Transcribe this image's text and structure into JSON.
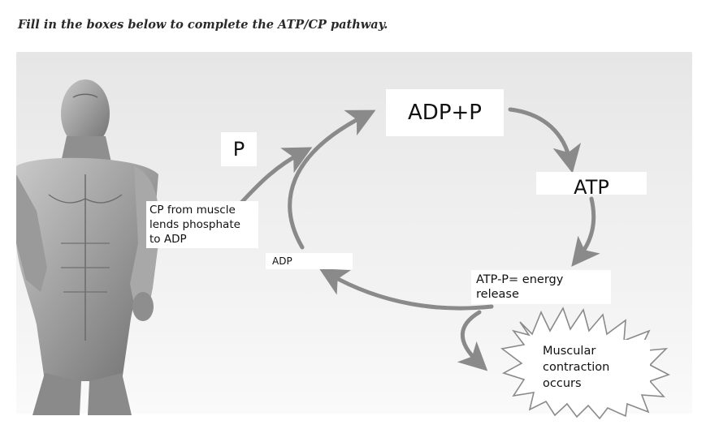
{
  "instruction": "Fill in the boxes below to complete the ATP/CP pathway.",
  "boxes": {
    "adp_plus_p": "ADP+P",
    "p": "P",
    "atp": "ATP",
    "cp_from_muscle": [
      "CP from muscle",
      "lends phosphate",
      "to ADP"
    ],
    "adp": "ADP",
    "energy_release": [
      "ATP-P= energy",
      "release"
    ],
    "muscular_contraction": [
      "Muscular",
      "contraction",
      "occurs"
    ]
  },
  "colors": {
    "arrow": "#8a8a8a",
    "panel": "#ececec",
    "box": "#ffffff",
    "figure": "#9a9a9a"
  },
  "icons": {
    "figure": "anatomical-muscle-figure",
    "burst": "starburst-shape"
  }
}
